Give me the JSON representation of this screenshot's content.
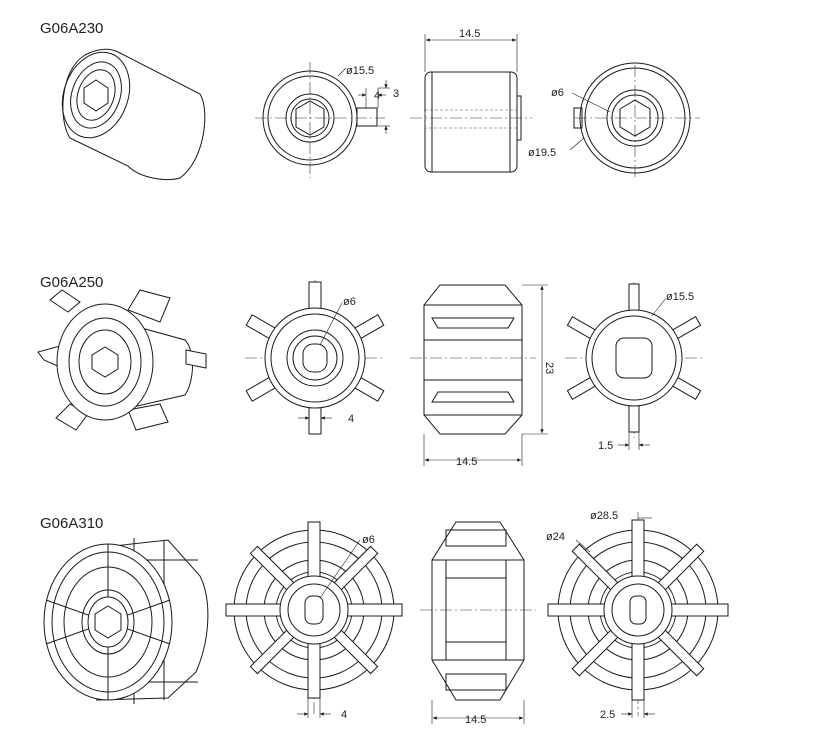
{
  "parts": [
    {
      "code": "G06A230",
      "dims": {
        "front_dia": "ø15.5",
        "key_width": "4",
        "key_depth": "3",
        "side_width": "14.5",
        "back_bore": "ø6",
        "back_dia": "ø19.5"
      }
    },
    {
      "code": "G06A250",
      "dims": {
        "front_bore": "ø6",
        "front_key": "4",
        "side_height": "23",
        "side_width": "14.5",
        "back_dia": "ø15.5",
        "back_key": "1.5"
      }
    },
    {
      "code": "G06A310",
      "dims": {
        "front_bore": "ø6",
        "front_key": "4",
        "side_width": "14.5",
        "back_outer": "ø28.5",
        "back_inner": "ø24",
        "back_key": "2.5"
      }
    }
  ]
}
